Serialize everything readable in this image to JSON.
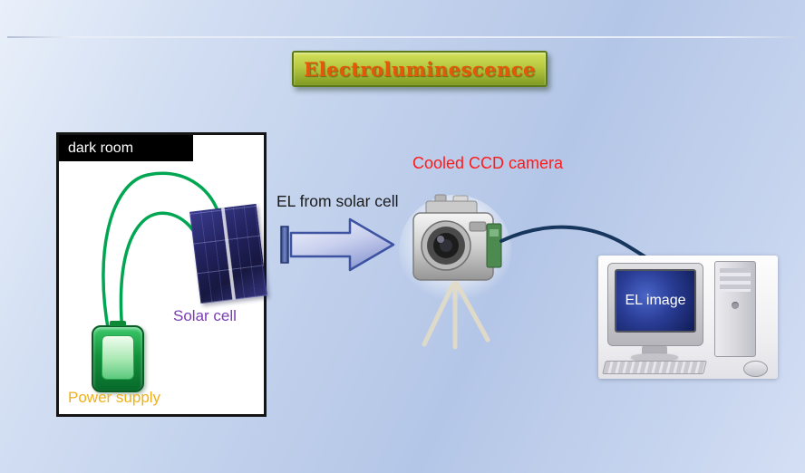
{
  "title": "Electroluminescence",
  "dark_room": {
    "header": "dark room",
    "solar_cell_label": "Solar cell",
    "power_supply_label": "Power supply"
  },
  "flow": {
    "el_label": "EL from solar cell"
  },
  "camera": {
    "label": "Cooled CCD camera"
  },
  "computer": {
    "screen_label": "EL image"
  },
  "colors": {
    "title_text": "#e3590a",
    "banner_top": "#d3e05a",
    "banner_bottom": "#7f9a22",
    "banner_border": "#5c7a18",
    "camera_label": "#ff1a1a",
    "solar_cell_label": "#7a3bb5",
    "power_supply_label": "#f0b01a",
    "wire": "#00a651",
    "arrow_border": "#3d52a0",
    "cable": "#17365d",
    "dark_room_text": "#ffffff"
  }
}
